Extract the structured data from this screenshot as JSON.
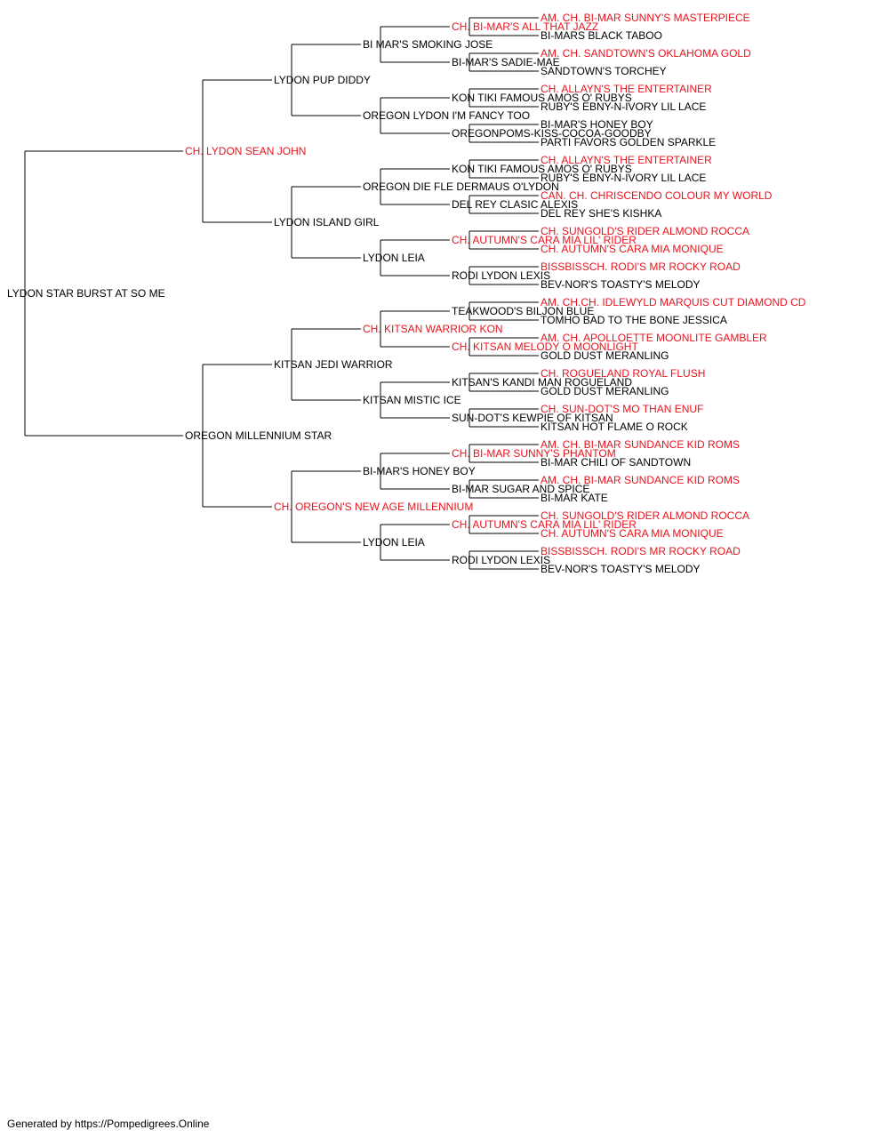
{
  "colors": {
    "champion": "#e8141e",
    "normal": "#000000",
    "line": "#000000"
  },
  "footer": "Generated by https://Pompedigrees.Online",
  "pedigree": {
    "name": "LYDON STAR BURST AT SO ME",
    "champion": false,
    "sire": {
      "name": "CH. LYDON SEAN JOHN",
      "champion": true,
      "sire": {
        "name": "LYDON PUP DIDDY",
        "champion": false,
        "sire": {
          "name": "BI MAR'S SMOKING JOSE",
          "champion": false,
          "sire": {
            "name": "CH. BI-MAR'S ALL THAT JAZZ",
            "champion": true,
            "sire": {
              "name": "AM. CH. BI-MAR SUNNY'S MASTERPIECE",
              "champion": true
            },
            "dam": {
              "name": "BI-MARS BLACK TABOO",
              "champion": false
            }
          },
          "dam": {
            "name": "BI-MAR'S SADIE-MAE",
            "champion": false,
            "sire": {
              "name": "AM. CH. SANDTOWN'S OKLAHOMA GOLD",
              "champion": true
            },
            "dam": {
              "name": "SANDTOWN'S TORCHEY",
              "champion": false
            }
          }
        },
        "dam": {
          "name": "OREGON LYDON I'M FANCY TOO",
          "champion": false,
          "sire": {
            "name": "KON TIKI FAMOUS AMOS O' RUBYS",
            "champion": false,
            "sire": {
              "name": "CH. ALLAYN'S THE ENTERTAINER",
              "champion": true
            },
            "dam": {
              "name": "RUBY'S EBNY-N-IVORY LIL LACE",
              "champion": false
            }
          },
          "dam": {
            "name": "OREGONPOMS-KISS-COCOA-GOODBY",
            "champion": false,
            "sire": {
              "name": "BI-MAR'S HONEY BOY",
              "champion": false
            },
            "dam": {
              "name": "PARTI FAVORS GOLDEN SPARKLE",
              "champion": false
            }
          }
        }
      },
      "dam": {
        "name": "LYDON ISLAND GIRL",
        "champion": false,
        "sire": {
          "name": "OREGON DIE FLE DERMAUS O'LYDON",
          "champion": false,
          "sire": {
            "name": "KON TIKI FAMOUS AMOS O' RUBYS",
            "champion": false,
            "sire": {
              "name": "CH. ALLAYN'S THE ENTERTAINER",
              "champion": true
            },
            "dam": {
              "name": "RUBY'S EBNY-N-IVORY LIL LACE",
              "champion": false
            }
          },
          "dam": {
            "name": "DEL REY CLASIC ALEXIS",
            "champion": false,
            "sire": {
              "name": "CAN. CH. CHRISCENDO COLOUR MY WORLD",
              "champion": true
            },
            "dam": {
              "name": "DEL REY SHE'S KISHKA",
              "champion": false
            }
          }
        },
        "dam": {
          "name": "LYDON LEIA",
          "champion": false,
          "sire": {
            "name": "CH. AUTUMN'S CARA MIA LIL' RIDER",
            "champion": true,
            "sire": {
              "name": "CH. SUNGOLD'S RIDER ALMOND ROCCA",
              "champion": true
            },
            "dam": {
              "name": "CH. AUTUMN'S CARA MIA MONIQUE",
              "champion": true
            }
          },
          "dam": {
            "name": "RODI LYDON LEXIS",
            "champion": false,
            "sire": {
              "name": "BISSBISSCH. RODI'S MR ROCKY ROAD",
              "champion": true
            },
            "dam": {
              "name": "BEV-NOR'S TOASTY'S MELODY",
              "champion": false
            }
          }
        }
      }
    },
    "dam": {
      "name": "OREGON MILLENNIUM STAR",
      "champion": false,
      "sire": {
        "name": "KITSAN JEDI WARRIOR",
        "champion": false,
        "sire": {
          "name": "CH. KITSAN WARRIOR KON",
          "champion": true,
          "sire": {
            "name": "TEAKWOOD'S BILJON BLUE",
            "champion": false,
            "sire": {
              "name": "AM. CH.CH. IDLEWYLD MARQUIS CUT DIAMOND CD",
              "champion": true
            },
            "dam": {
              "name": "TOMHO BAD TO THE BONE JESSICA",
              "champion": false
            }
          },
          "dam": {
            "name": "CH. KITSAN MELODY O MOONLIGHT",
            "champion": true,
            "sire": {
              "name": "AM. CH. APOLLOETTE MOONLITE GAMBLER",
              "champion": true
            },
            "dam": {
              "name": "GOLD DUST MERANLING",
              "champion": false
            }
          }
        },
        "dam": {
          "name": "KITSAN MISTIC ICE",
          "champion": false,
          "sire": {
            "name": "KITSAN'S KANDI MAN ROGUELAND",
            "champion": false,
            "sire": {
              "name": "CH. ROGUELAND ROYAL FLUSH",
              "champion": true
            },
            "dam": {
              "name": "GOLD DUST MERANLING",
              "champion": false
            }
          },
          "dam": {
            "name": "SUN-DOT'S KEWPIE OF KITSAN",
            "champion": false,
            "sire": {
              "name": "CH. SUN-DOT'S MO THAN ENUF",
              "champion": true
            },
            "dam": {
              "name": "KITSAN HOT FLAME O ROCK",
              "champion": false
            }
          }
        }
      },
      "dam": {
        "name": "CH. OREGON'S NEW AGE MILLENNIUM",
        "champion": true,
        "sire": {
          "name": "BI-MAR'S HONEY BOY",
          "champion": false,
          "sire": {
            "name": "CH. BI-MAR SUNNY'S PHANTOM",
            "champion": true,
            "sire": {
              "name": "AM. CH. BI-MAR SUNDANCE KID ROMS",
              "champion": true
            },
            "dam": {
              "name": "BI-MAR CHILI OF SANDTOWN",
              "champion": false
            }
          },
          "dam": {
            "name": "BI-MAR SUGAR AND SPICE",
            "champion": false,
            "sire": {
              "name": "AM. CH. BI-MAR SUNDANCE KID ROMS",
              "champion": true
            },
            "dam": {
              "name": "BI-MAR KATE",
              "champion": false
            }
          }
        },
        "dam": {
          "name": "LYDON LEIA",
          "champion": false,
          "sire": {
            "name": "CH. AUTUMN'S CARA MIA LIL' RIDER",
            "champion": true,
            "sire": {
              "name": "CH. SUNGOLD'S RIDER ALMOND ROCCA",
              "champion": true
            },
            "dam": {
              "name": "CH. AUTUMN'S CARA MIA MONIQUE",
              "champion": true
            }
          },
          "dam": {
            "name": "RODI LYDON LEXIS",
            "champion": false,
            "sire": {
              "name": "BISSBISSCH. RODI'S MR ROCKY ROAD",
              "champion": true
            },
            "dam": {
              "name": "BEV-NOR'S TOASTY'S MELODY",
              "champion": false
            }
          }
        }
      }
    }
  }
}
